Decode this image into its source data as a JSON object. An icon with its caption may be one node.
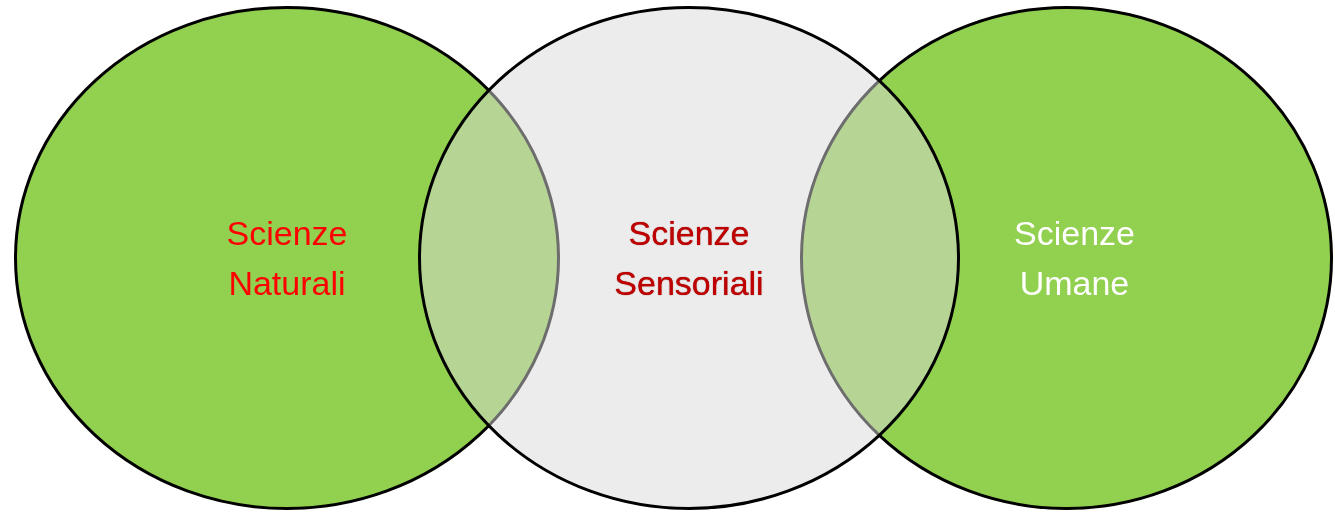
{
  "diagram": {
    "nodes": [
      {
        "text": [
          "Scienze Naturali"
        ]
      },
      {
        "text": [
          "Scienze Sensoriali"
        ]
      },
      {
        "text": [
          "Scienze Umane"
        ]
      }
    ],
    "edges": []
  }
}
